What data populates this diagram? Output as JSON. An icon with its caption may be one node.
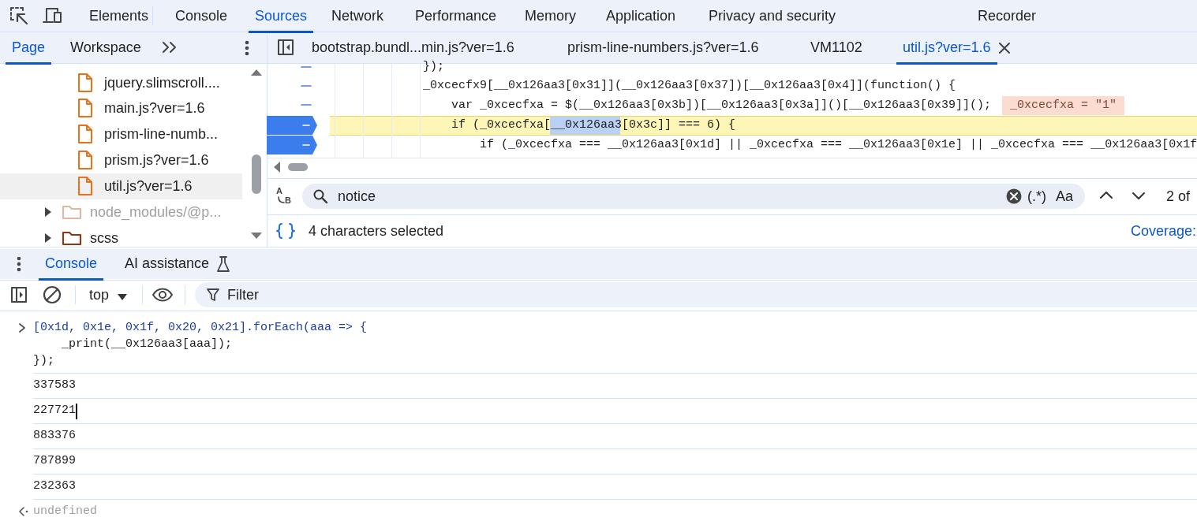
{
  "diagram": {
    "labels": [
      "Elements",
      "Console",
      "Sources",
      "Network",
      "Performance",
      "Memory",
      "Application",
      "Privacy and security",
      "Recorder",
      "Page",
      "Workspace",
      "jquery.slimscroll....",
      "main.js?ver=1.6",
      "prism-line-numb...",
      "prism.js?ver=1.6",
      "util.js?ver=1.6",
      "node_modules/@p...",
      "scss",
      "bootstrap.bundl...min.js?ver=1.6",
      "prism-line-numbers.js?ver=1.6",
      "VM1102",
      "util.js?ver=1.6",
      "});",
      "_0xcecfx9[__0x126aa3[0x31]](__0x126aa3[0x37])[__0x126aa3[0x4]](function() {",
      "var _0xcecfxa = $(__0x126aa3[0x3b])[__0x126aa3[0x3a]]()[__0x126aa3[0x39]]();",
      "_0xcecfxa = \"1\"",
      "if (_0xcecfxa[__0x126aa3[0x3c]] === 6) {",
      "if (_0xcecfxa === __0x126aa3[0x1d] || _0xcecfxa === __0x126aa3[0x1e] || _0xcecfxa === __0x126aa3[0x1f",
      "notice",
      "(.*)",
      "Aa",
      "2 of",
      "4 characters selected",
      "Coverage:",
      "Console",
      "AI assistance",
      "top",
      "Filter",
      "[0x1d, 0x1e, 0x1f, 0x20, 0x21].forEach(aaa => {",
      "_print(__0x126aa3[aaa]);",
      "});",
      "337583",
      "227721",
      "883376",
      "787899",
      "232363",
      "undefined",
      "A",
      "B"
    ]
  }
}
